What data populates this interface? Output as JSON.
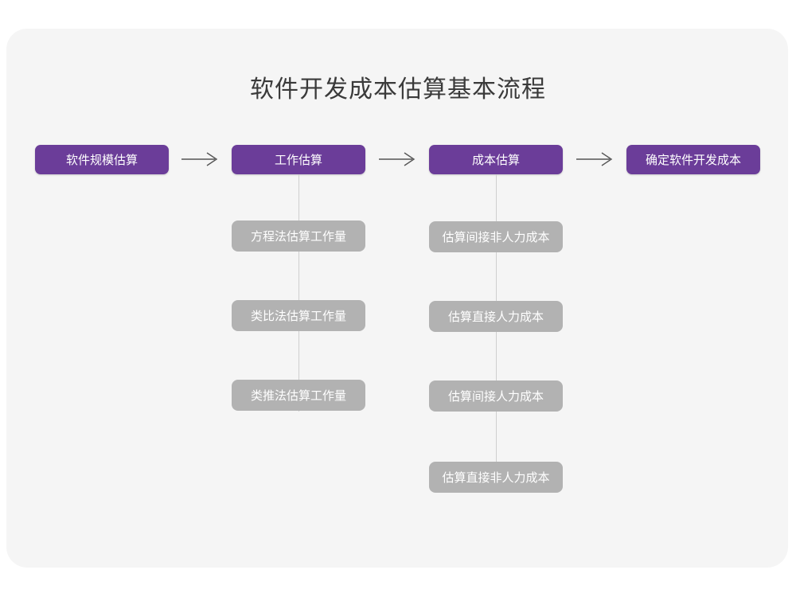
{
  "page": {
    "background_color": "#ffffff",
    "card_color": "#f5f5f5"
  },
  "title": "软件开发成本估算基本流程",
  "colors": {
    "stage": "#6b3d99",
    "substep": "#b2b2b2",
    "title_text": "#3a3a3a",
    "connector": "#cfcfcf",
    "arrow": "#555555"
  },
  "flow": {
    "stages": [
      {
        "label": "软件规模估算",
        "substeps": []
      },
      {
        "label": "工作估算",
        "substeps": [
          "方程法估算工作量",
          "类比法估算工作量",
          "类推法估算工作量"
        ]
      },
      {
        "label": "成本估算",
        "substeps": [
          "估算间接非人力成本",
          "估算直接人力成本",
          "估算间接人力成本",
          "估算直接非人力成本"
        ]
      },
      {
        "label": "确定软件开发成本",
        "substeps": []
      }
    ],
    "arrows": [
      {
        "name": "arrow-1",
        "from": "软件规模估算",
        "to": "工作估算",
        "glyph": "→"
      },
      {
        "name": "arrow-2",
        "from": "工作估算",
        "to": "成本估算",
        "glyph": "→"
      },
      {
        "name": "arrow-3",
        "from": "成本估算",
        "to": "确定软件开发成本",
        "glyph": "→"
      }
    ]
  },
  "chart_data": {
    "type": "diagram",
    "title": "软件开发成本估算基本流程",
    "orientation": "left-to-right main flow with vertical sub-step branches",
    "nodes": [
      {
        "id": "s1",
        "label": "软件规模估算",
        "level": "stage",
        "column": 1
      },
      {
        "id": "s2",
        "label": "工作估算",
        "level": "stage",
        "column": 2
      },
      {
        "id": "s3",
        "label": "成本估算",
        "level": "stage",
        "column": 3
      },
      {
        "id": "s4",
        "label": "确定软件开发成本",
        "level": "stage",
        "column": 4
      },
      {
        "id": "s2a",
        "label": "方程法估算工作量",
        "level": "substep",
        "parent": "s2"
      },
      {
        "id": "s2b",
        "label": "类比法估算工作量",
        "level": "substep",
        "parent": "s2"
      },
      {
        "id": "s2c",
        "label": "类推法估算工作量",
        "level": "substep",
        "parent": "s2"
      },
      {
        "id": "s3a",
        "label": "估算间接非人力成本",
        "level": "substep",
        "parent": "s3"
      },
      {
        "id": "s3b",
        "label": "估算直接人力成本",
        "level": "substep",
        "parent": "s3"
      },
      {
        "id": "s3c",
        "label": "估算间接人力成本",
        "level": "substep",
        "parent": "s3"
      },
      {
        "id": "s3d",
        "label": "估算直接非人力成本",
        "level": "substep",
        "parent": "s3"
      }
    ],
    "edges": [
      {
        "from": "s1",
        "to": "s2",
        "type": "arrow"
      },
      {
        "from": "s2",
        "to": "s3",
        "type": "arrow"
      },
      {
        "from": "s3",
        "to": "s4",
        "type": "arrow"
      },
      {
        "from": "s2",
        "to": "s2a",
        "type": "line"
      },
      {
        "from": "s2a",
        "to": "s2b",
        "type": "line"
      },
      {
        "from": "s2b",
        "to": "s2c",
        "type": "line"
      },
      {
        "from": "s3",
        "to": "s3a",
        "type": "line"
      },
      {
        "from": "s3a",
        "to": "s3b",
        "type": "line"
      },
      {
        "from": "s3b",
        "to": "s3c",
        "type": "line"
      },
      {
        "from": "s3c",
        "to": "s3d",
        "type": "line"
      }
    ]
  }
}
